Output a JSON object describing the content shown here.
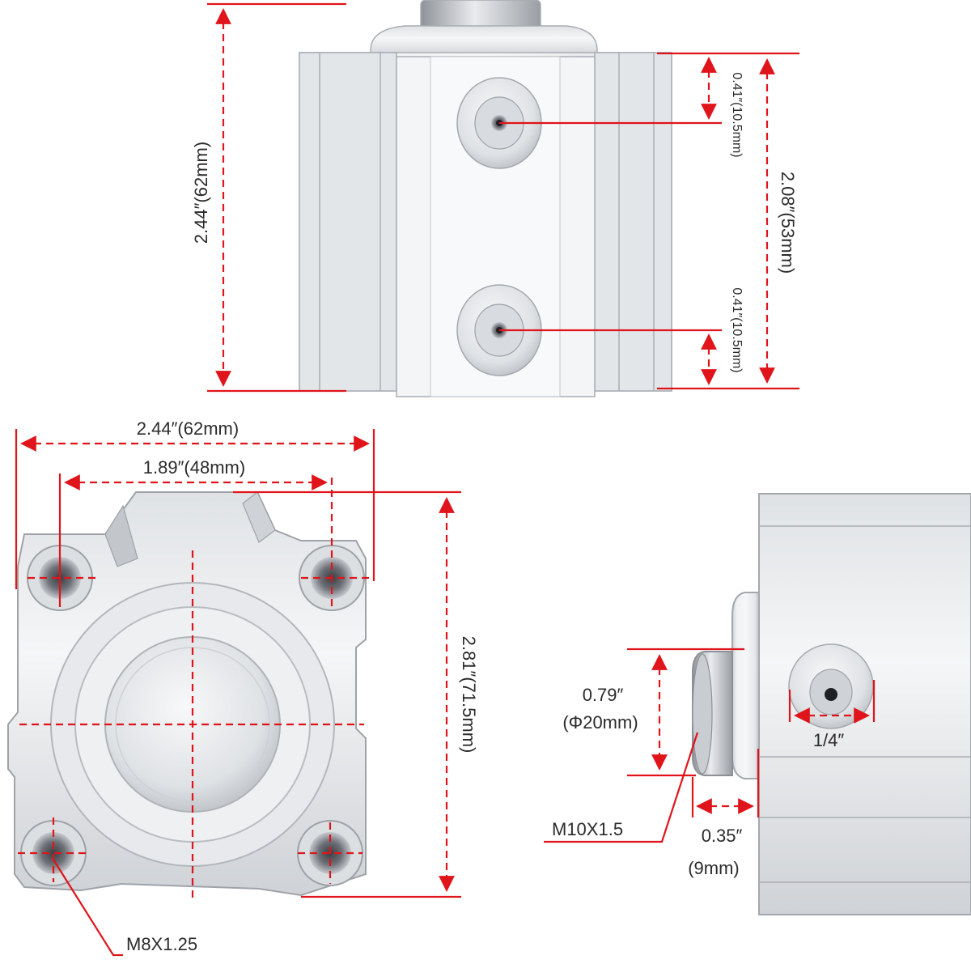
{
  "colors": {
    "dimension_red": "#e0141b",
    "aluminum_light": "#f1f2f4",
    "aluminum_mid": "#d6d9dd",
    "aluminum_dark": "#a7abb0",
    "label_text": "#2b2b2b",
    "background": "#ffffff"
  },
  "top_view": {
    "overall_height": "2.44″(62mm)",
    "port_spacing": "2.08″(53mm)",
    "port_offset_top": "0.41″(10.5mm)",
    "port_offset_bottom": "0.41″(10.5mm)"
  },
  "end_view": {
    "overall_width": "2.44″(62mm)",
    "hole_spacing": "1.89″(48mm)",
    "overall_height": "2.81″(71.5mm)",
    "mount_thread": "M8X1.25"
  },
  "side_view": {
    "rod_diameter_in": "0.79″",
    "rod_diameter_mm": "(Φ20mm)",
    "rod_thread": "M10X1.5",
    "rod_extension_in": "0.35″",
    "rod_extension_mm": "(9mm)",
    "port_size": "1/4″"
  }
}
